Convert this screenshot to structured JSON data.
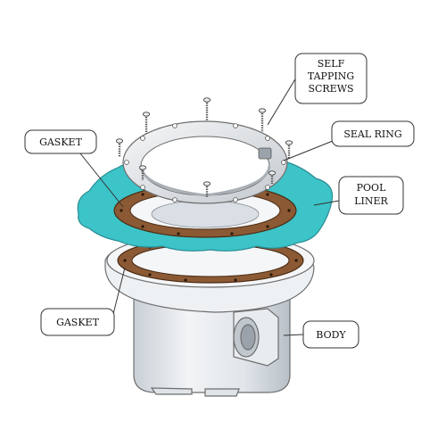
{
  "diagram": {
    "callouts": {
      "screws": {
        "lines": [
          "SELF",
          "TAPPING",
          "SCREWS"
        ]
      },
      "seal_ring": {
        "text": "SEAL RING"
      },
      "gasket_upper": {
        "text": "GASKET"
      },
      "pool_liner": {
        "lines": [
          "POOL",
          "LINER"
        ]
      },
      "gasket_lower": {
        "text": "GASKET"
      },
      "body": {
        "text": "BODY"
      }
    }
  },
  "colors": {
    "liner": "#3cc4c8",
    "liner_edge": "#2a8c94",
    "gasket": "#8b5a35",
    "gasket_edge": "#4a2a12",
    "metal": "#e4e8ec",
    "metal_shade": "#c4cad0",
    "body": "#eef1f4",
    "body_shade": "#cfd5db"
  }
}
